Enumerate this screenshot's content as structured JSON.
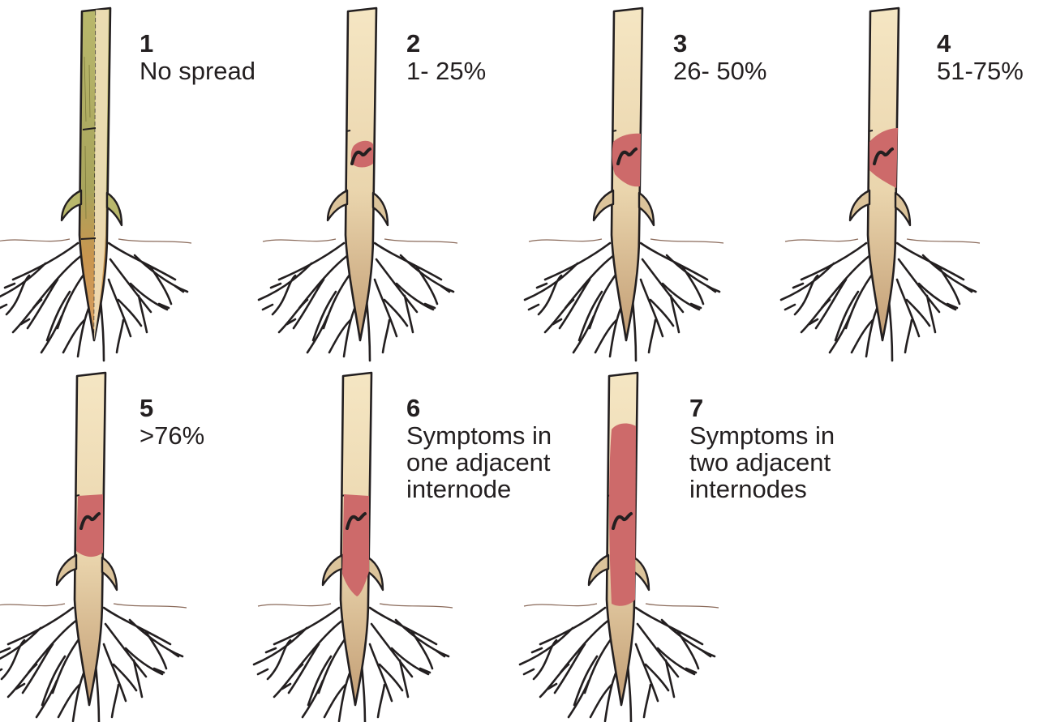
{
  "colors": {
    "stalk": "#f3e3be",
    "stalk_base": "#c8a37a",
    "lesion": "#cd6a6a",
    "outline": "#231f20",
    "healthy_green": "#b6b56a",
    "healthy_base": "#d39c5e",
    "soil_line": "#8a6a5a"
  },
  "stages": [
    {
      "number": "1",
      "text": "No spread"
    },
    {
      "number": "2",
      "text": "1- 25%"
    },
    {
      "number": "3",
      "text": "26- 50%"
    },
    {
      "number": "4",
      "text": "51-75%"
    },
    {
      "number": "5",
      "text": ">76%"
    },
    {
      "number": "6",
      "text": "Symptoms in\none adjacent\ninternode"
    },
    {
      "number": "7",
      "text": "Symptoms in\ntwo adjacent\ninternodes"
    }
  ]
}
